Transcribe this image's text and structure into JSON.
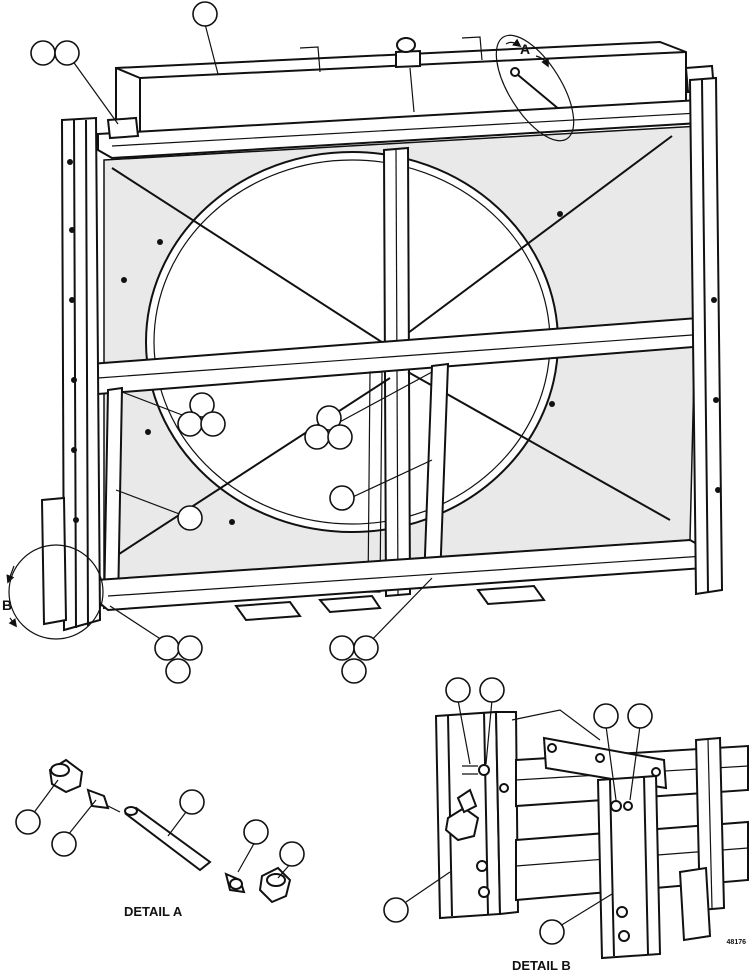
{
  "detail_a": {
    "arrow_letter": "A",
    "caption": "DETAIL A"
  },
  "detail_b": {
    "arrow_letter": "B",
    "caption": "DETAIL B"
  },
  "figure_number": "48176",
  "colors": {
    "ink": "#111111",
    "paper": "#ffffff"
  }
}
